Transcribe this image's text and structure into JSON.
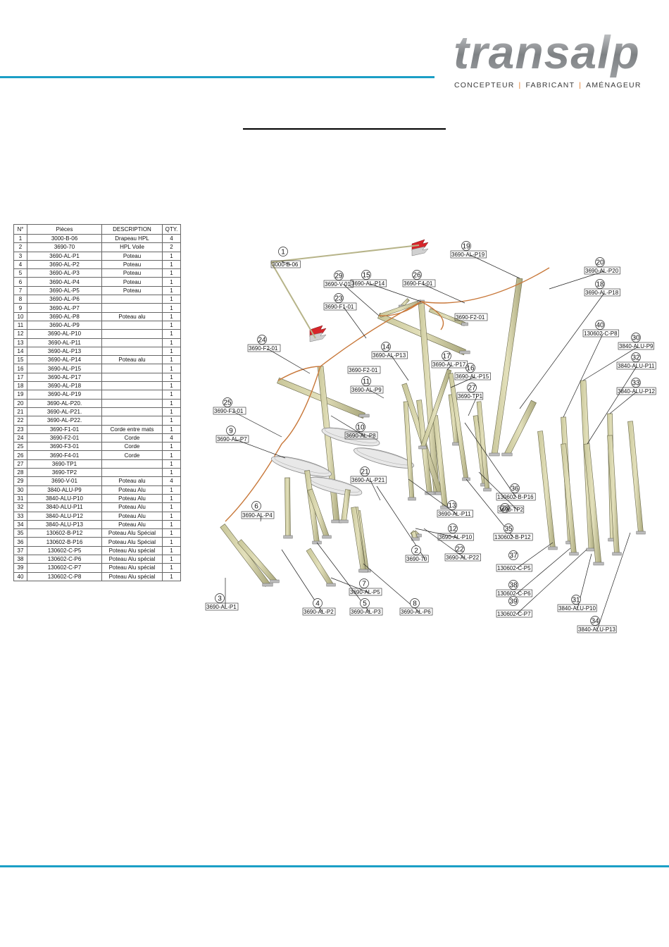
{
  "header": {
    "logo_text": "transalp",
    "tagline": [
      "CONCEPTEUR",
      "FABRICANT",
      "AMÉNAGEUR"
    ],
    "colors": {
      "accent_line": "#1b9fc6",
      "tag_separator": "#e07b2a"
    }
  },
  "parts_table": {
    "headers": [
      "N°",
      "Pièces",
      "DESCRIPTION",
      "QTY."
    ],
    "rows": [
      [
        "1",
        "3000-B-06",
        "Drapeau HPL",
        "4"
      ],
      [
        "2",
        "3690-70",
        "HPL Voile",
        "2"
      ],
      [
        "3",
        "3690-AL-P1",
        "Poteau",
        "1"
      ],
      [
        "4",
        "3690-AL-P2",
        "Poteau",
        "1"
      ],
      [
        "5",
        "3690-AL-P3",
        "Poteau",
        "1"
      ],
      [
        "6",
        "3690-AL-P4",
        "Poteau",
        "1"
      ],
      [
        "7",
        "3690-AL-P5",
        "Poteau",
        "1"
      ],
      [
        "8",
        "3690-AL-P6",
        "",
        "1"
      ],
      [
        "9",
        "3690-AL-P7",
        "",
        "1"
      ],
      [
        "10",
        "3690-AL-P8",
        "Poteau alu",
        "1"
      ],
      [
        "11",
        "3690-AL-P9",
        "",
        "1"
      ],
      [
        "12",
        "3690-AL-P10",
        "",
        "1"
      ],
      [
        "13",
        "3690-AL-P11",
        "",
        "1"
      ],
      [
        "14",
        "3690-AL-P13",
        "",
        "1"
      ],
      [
        "15",
        "3690-AL-P14",
        "Poteau alu",
        "1"
      ],
      [
        "16",
        "3690-AL-P15",
        "",
        "1"
      ],
      [
        "17",
        "3690-AL-P17",
        "",
        "1"
      ],
      [
        "18",
        "3690-AL-P18",
        "",
        "1"
      ],
      [
        "19",
        "3690-AL-P19",
        "",
        "1"
      ],
      [
        "20",
        "3690-AL-P20.",
        "",
        "1"
      ],
      [
        "21",
        "3690-AL-P21.",
        "",
        "1"
      ],
      [
        "22",
        "3690-AL-P22.",
        "",
        "1"
      ],
      [
        "23",
        "3690-F1-01",
        "Corde entre mats",
        "1"
      ],
      [
        "24",
        "3690-F2-01",
        "Corde",
        "4"
      ],
      [
        "25",
        "3690-F3-01",
        "Corde",
        "1"
      ],
      [
        "26",
        "3690-F4-01",
        "Corde",
        "1"
      ],
      [
        "27",
        "3690-TP1",
        "",
        "1"
      ],
      [
        "28",
        "3690-TP2",
        "",
        "1"
      ],
      [
        "29",
        "3690-V-01",
        "Poteau alu",
        "4"
      ],
      [
        "30",
        "3840-ALU-P9",
        "Poteau Alu",
        "1"
      ],
      [
        "31",
        "3840-ALU-P10",
        "Poteau Alu",
        "1"
      ],
      [
        "32",
        "3840-ALU-P11",
        "Poteau Alu",
        "1"
      ],
      [
        "33",
        "3840-ALU-P12",
        "Poteau Alu",
        "1"
      ],
      [
        "34",
        "3840-ALU-P13",
        "Poteau Alu",
        "1"
      ],
      [
        "35",
        "130602-B-P12",
        "Poteau Alu Spécial",
        "1"
      ],
      [
        "36",
        "130602-B-P16",
        "Poteau Alu Spécial",
        "1"
      ],
      [
        "37",
        "130602-C-P5",
        "Poteau Alu spécial",
        "1"
      ],
      [
        "38",
        "130602-C-P6",
        "Poteau Alu spécial",
        "1"
      ],
      [
        "39",
        "130602-C-P7",
        "Poteau Alu spécial",
        "1"
      ],
      [
        "40",
        "130602-C-P8",
        "Poteau Alu spécial",
        "1"
      ]
    ]
  },
  "callouts": [
    {
      "num": "1",
      "label": "3000-B-06"
    },
    {
      "num": "2",
      "label": "3690-70"
    },
    {
      "num": "3",
      "label": "3690-AL-P1"
    },
    {
      "num": "4",
      "label": "3690-AL-P2"
    },
    {
      "num": "5",
      "label": "3690-AL-P3"
    },
    {
      "num": "6",
      "label": "3690-AL-P4"
    },
    {
      "num": "7",
      "label": "3690-AL-P5"
    },
    {
      "num": "8",
      "label": "3690-AL-P6"
    },
    {
      "num": "9",
      "label": "3690-AL-P7"
    },
    {
      "num": "10",
      "label": "3690-AL-P8"
    },
    {
      "num": "11",
      "label": "3690-AL-P9"
    },
    {
      "num": "12",
      "label": "3690-AL-P10"
    },
    {
      "num": "13",
      "label": "3690-AL-P11"
    },
    {
      "num": "14",
      "label": "3690-AL-P13"
    },
    {
      "num": "15",
      "label": "3690-AL-P14"
    },
    {
      "num": "16",
      "label": "3690-AL-P15"
    },
    {
      "num": "17",
      "label": "3690-AL-P17"
    },
    {
      "num": "18",
      "label": "3690-AL-P18"
    },
    {
      "num": "19",
      "label": "3690-AL-P19"
    },
    {
      "num": "20",
      "label": "3690-AL-P20"
    },
    {
      "num": "21",
      "label": "3690-AL-P21"
    },
    {
      "num": "22",
      "label": "3690-AL-P22"
    },
    {
      "num": "23",
      "label": "3690-F1-01"
    },
    {
      "num": "24",
      "label": "3690-F2-01"
    },
    {
      "num": "25",
      "label": "3690-F3-01"
    },
    {
      "num": "26",
      "label": "3690-F4-01"
    },
    {
      "num": "27",
      "label": "3690-TP1"
    },
    {
      "num": "28",
      "label": "3690-TP2"
    },
    {
      "num": "29",
      "label": "3690-V-01"
    },
    {
      "num": "30",
      "label": "3840-ALU-P9"
    },
    {
      "num": "31",
      "label": "3840-ALU-P10"
    },
    {
      "num": "32",
      "label": "3840-ALU-P11"
    },
    {
      "num": "33",
      "label": "3840-ALU-P12"
    },
    {
      "num": "34",
      "label": "3840-ALU-P13"
    },
    {
      "num": "35",
      "label": "130602-B-P12"
    },
    {
      "num": "36",
      "label": "130602-B-P16"
    },
    {
      "num": "37",
      "label": "130602-C-P5"
    },
    {
      "num": "38",
      "label": "130602-C-P6"
    },
    {
      "num": "39",
      "label": "130602-C-P7"
    },
    {
      "num": "40",
      "label": "130602-C-P8"
    }
  ],
  "extra_labels": {
    "rope_label_1": "3690-F2-01",
    "rope_label_2": "3690-F2-01"
  }
}
